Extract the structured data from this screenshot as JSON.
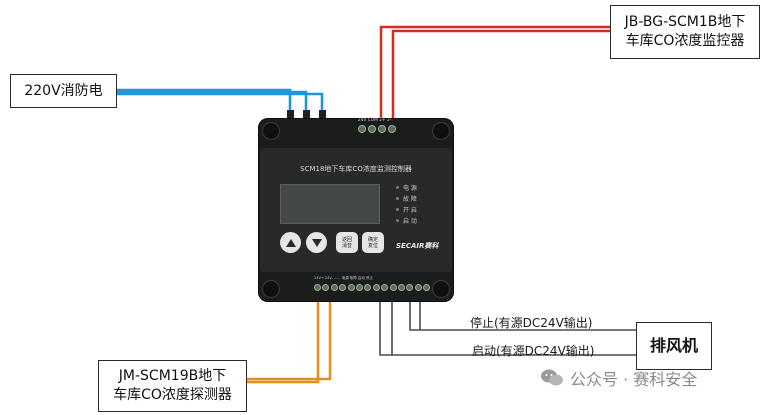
{
  "labels": {
    "power": "220V消防电",
    "monitor_line1": "JB-BG-SCM1B地下",
    "monitor_line2": "车库CO浓度监控器",
    "sensor_line1": "JM-SCM19B地下",
    "sensor_line2": "车库CO浓度探测器",
    "fan": "排风机",
    "stop": "停止(有源DC24V输出)",
    "start": "启动(有源DC24V输出)"
  },
  "device": {
    "title": "SCM18地下车库CO浓度监测控制器",
    "top_terminals": "24V COM 2+ 2-",
    "indicators": [
      "电 源",
      "故 障",
      "开 启",
      "启 动"
    ],
    "key_reset_silence": [
      "返回",
      "消音"
    ],
    "key_confirm_reset": [
      "确定",
      "复位"
    ],
    "brand": "SECAIR赛科",
    "bottom_terminals": "24V+ 24V- ...... 电源 故障 启动 停止"
  },
  "watermark": {
    "text": "公众号 · 赛科安全",
    "icon": "wechat-icon"
  },
  "colors": {
    "power_wire": "#1f96d8",
    "monitor_wire": "#d62b22",
    "sensor_wire": "#e0901f",
    "fan_wire": "#4b4b4b"
  }
}
